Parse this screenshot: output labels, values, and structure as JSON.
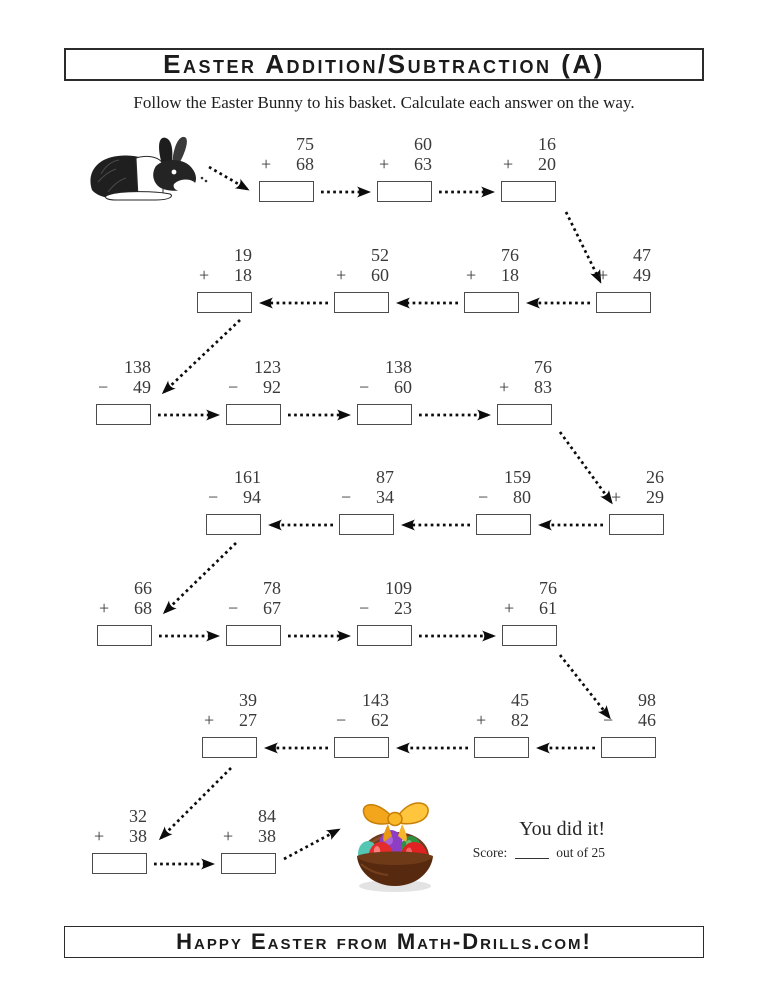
{
  "title": "Easter Addition/Subtraction (A)",
  "instruction": "Follow the Easter Bunny to his basket. Calculate each answer on the way.",
  "images": {
    "bunny": "easter-bunny-sketch",
    "basket": "easter-basket-with-eggs"
  },
  "rows": [
    {
      "problems": [
        {
          "top": "75",
          "op": "+",
          "bottom": "68"
        },
        {
          "top": "60",
          "op": "+",
          "bottom": "63"
        },
        {
          "top": "16",
          "op": "+",
          "bottom": "20"
        }
      ]
    },
    {
      "problems": [
        {
          "top": "19",
          "op": "+",
          "bottom": "18"
        },
        {
          "top": "52",
          "op": "+",
          "bottom": "60"
        },
        {
          "top": "76",
          "op": "+",
          "bottom": "18"
        },
        {
          "top": "47",
          "op": "+",
          "bottom": "49"
        }
      ]
    },
    {
      "problems": [
        {
          "top": "138",
          "op": "−",
          "bottom": "49"
        },
        {
          "top": "123",
          "op": "−",
          "bottom": "92"
        },
        {
          "top": "138",
          "op": "−",
          "bottom": "60"
        },
        {
          "top": "76",
          "op": "+",
          "bottom": "83"
        }
      ]
    },
    {
      "problems": [
        {
          "top": "161",
          "op": "−",
          "bottom": "94"
        },
        {
          "top": "87",
          "op": "−",
          "bottom": "34"
        },
        {
          "top": "159",
          "op": "−",
          "bottom": "80"
        },
        {
          "top": "26",
          "op": "+",
          "bottom": "29"
        }
      ]
    },
    {
      "problems": [
        {
          "top": "66",
          "op": "+",
          "bottom": "68"
        },
        {
          "top": "78",
          "op": "−",
          "bottom": "67"
        },
        {
          "top": "109",
          "op": "−",
          "bottom": "23"
        },
        {
          "top": "76",
          "op": "+",
          "bottom": "61"
        }
      ]
    },
    {
      "problems": [
        {
          "top": "39",
          "op": "+",
          "bottom": "27"
        },
        {
          "top": "143",
          "op": "−",
          "bottom": "62"
        },
        {
          "top": "45",
          "op": "+",
          "bottom": "82"
        },
        {
          "top": "98",
          "op": "−",
          "bottom": "46"
        }
      ]
    },
    {
      "problems": [
        {
          "top": "32",
          "op": "+",
          "bottom": "38"
        },
        {
          "top": "84",
          "op": "+",
          "bottom": "38"
        }
      ]
    }
  ],
  "completion": {
    "message": "You did it!",
    "score_label": "Score:",
    "score_suffix": "out of 25"
  },
  "footer": "Happy Easter from Math-Drills.com!",
  "colors": {
    "ink": "#3a3a3a",
    "box_border": "#4c4c4c",
    "frame_border": "#2b2b2b",
    "basket_brown": "#6f3a18",
    "bow_yellow": "#f6ae1c",
    "egg_red": "#e22a2a",
    "egg_teal": "#53c6b4",
    "egg_purple": "#8e3ec4",
    "egg_green": "#2f9140"
  }
}
